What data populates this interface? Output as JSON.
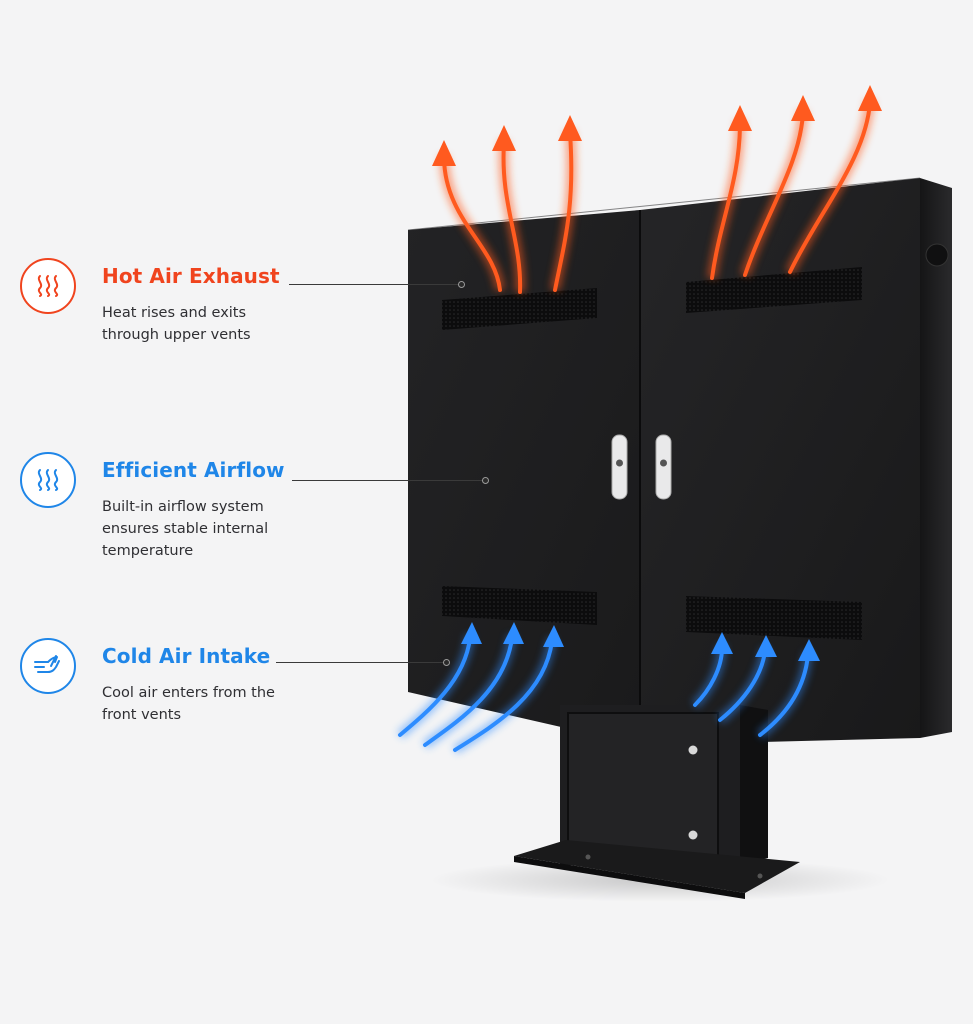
{
  "features": [
    {
      "id": "hot",
      "title": "Hot Air Exhaust",
      "description": "Heat rises and exits through upper vents",
      "icon": "heat-waves-icon",
      "color": "#f0441e"
    },
    {
      "id": "airflow",
      "title": "Efficient Airflow",
      "description": "Built-in airflow system ensures stable internal temperature",
      "icon": "heat-waves-icon",
      "color": "#1f86e8"
    },
    {
      "id": "cold",
      "title": "Cold Air Intake",
      "description": "Cool air enters from the front vents",
      "icon": "wind-hand-icon",
      "color": "#1f86e8"
    }
  ],
  "colors": {
    "hot_arrow": "#ff5a1f",
    "cold_arrow": "#2d8cff",
    "cabinet": "#1c1c1e",
    "background": "#f4f4f5"
  }
}
